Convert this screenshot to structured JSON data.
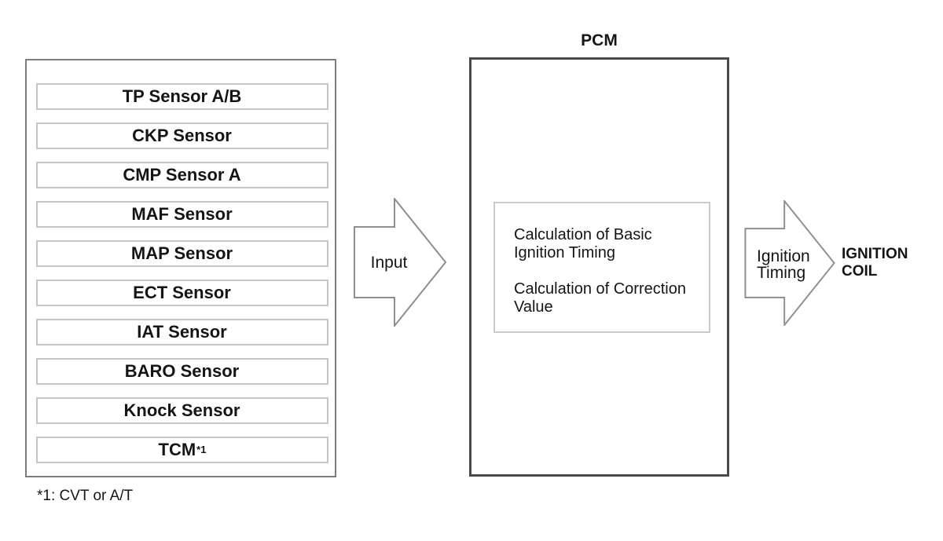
{
  "sensor_panel": {
    "items": [
      {
        "label": "TP Sensor A/B"
      },
      {
        "label": "CKP Sensor"
      },
      {
        "label": "CMP Sensor A"
      },
      {
        "label": "MAF Sensor"
      },
      {
        "label": "MAP Sensor"
      },
      {
        "label": "ECT Sensor"
      },
      {
        "label": "IAT Sensor"
      },
      {
        "label": "BARO Sensor"
      },
      {
        "label": "Knock Sensor"
      },
      {
        "label": "TCM",
        "sup": "*1"
      }
    ],
    "footnote": "*1: CVT or A/T"
  },
  "input_arrow": {
    "label": "Input"
  },
  "pcm": {
    "title": "PCM",
    "calculations": [
      "Calculation of Basic Ignition Timing",
      "Calculation of Correction Value"
    ]
  },
  "output_arrow": {
    "label": "Ignition Timing"
  },
  "output_target": {
    "label": "IGNITION COIL"
  },
  "colors": {
    "bg": "#ffffff",
    "panel_border": "#7d7d7d",
    "sensor_border": "#c5c5c5",
    "pcm_border": "#4a4a4a",
    "calc_border": "#cacaca",
    "arrow_outline": "#8f8f8f",
    "text": "#151515"
  }
}
